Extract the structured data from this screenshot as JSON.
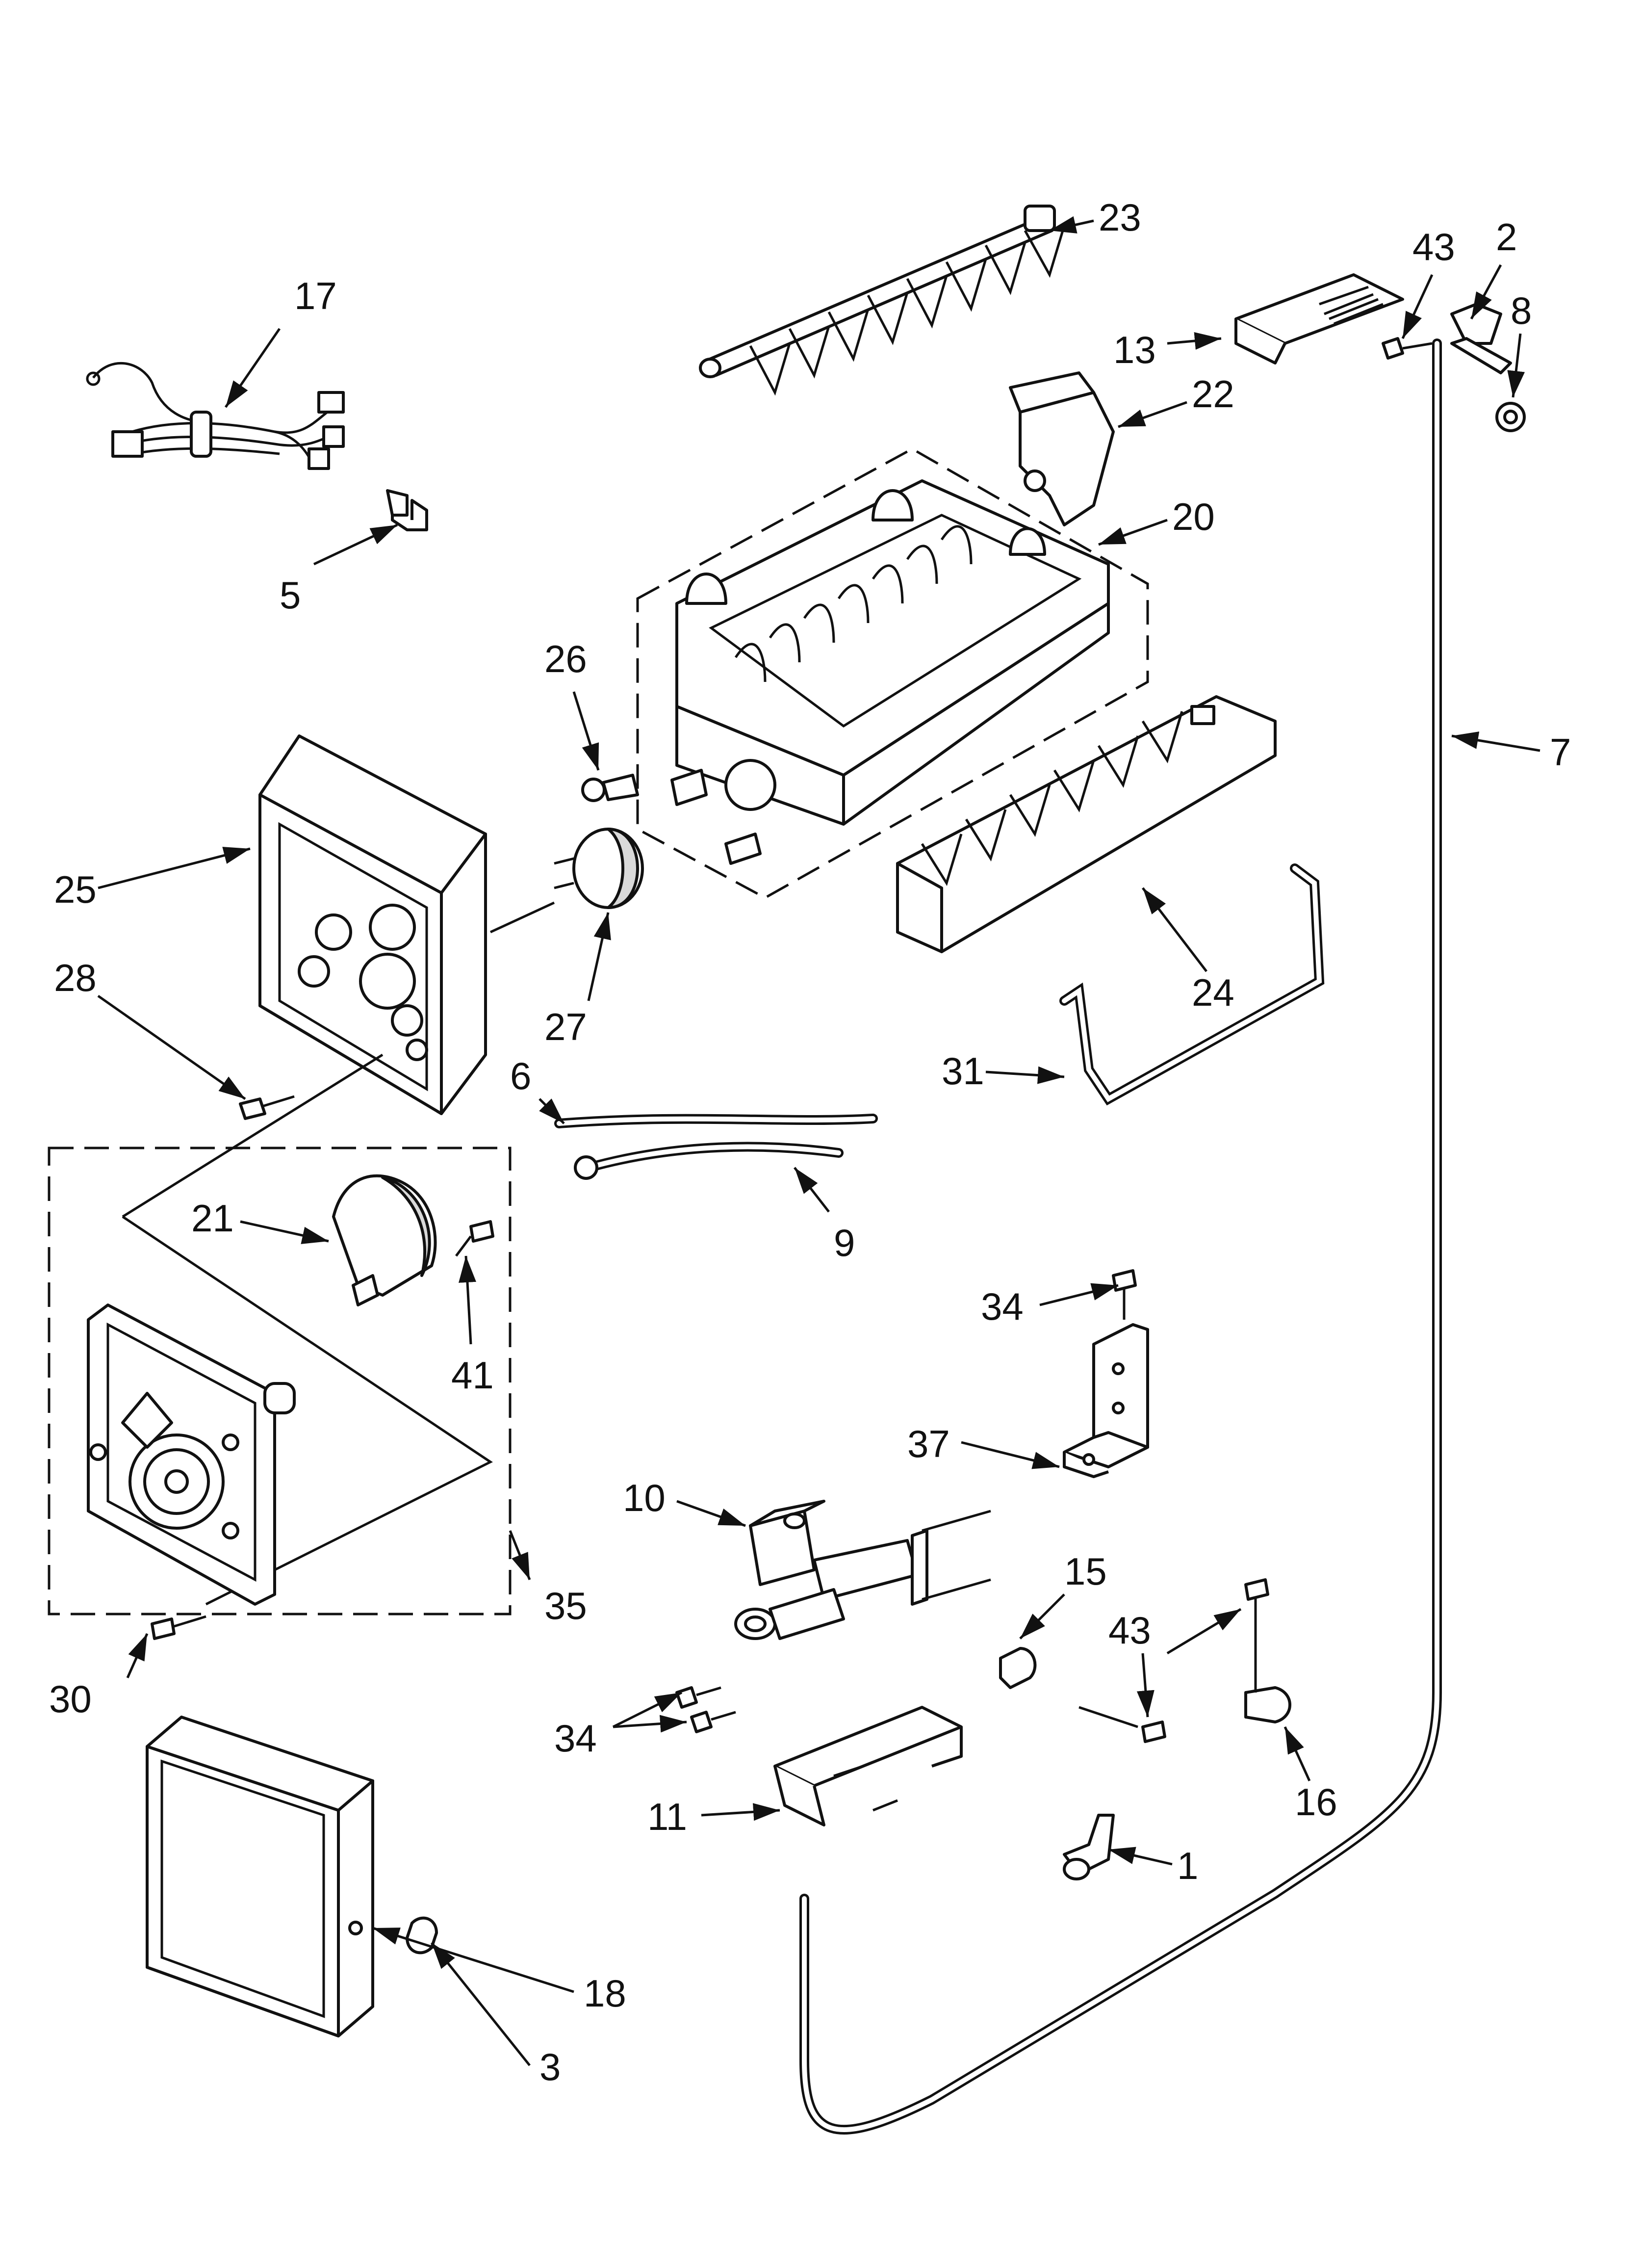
{
  "labels": {
    "l1": "1",
    "l2": "2",
    "l3": "3",
    "l5": "5",
    "l6": "6",
    "l7": "7",
    "l8": "8",
    "l9": "9",
    "l10": "10",
    "l11": "11",
    "l13": "13",
    "l15": "15",
    "l16": "16",
    "l17": "17",
    "l18": "18",
    "l20": "20",
    "l21": "21",
    "l22": "22",
    "l23": "23",
    "l24": "24",
    "l25": "25",
    "l26": "26",
    "l27": "27",
    "l28": "28",
    "l30": "30",
    "l31": "31",
    "l34a": "34",
    "l34b": "34",
    "l35": "35",
    "l37": "37",
    "l41": "41",
    "l43a": "43",
    "l43b": "43"
  },
  "colors": {
    "line": "#111111",
    "background": "#ffffff",
    "shade": "#d9d9d9"
  }
}
